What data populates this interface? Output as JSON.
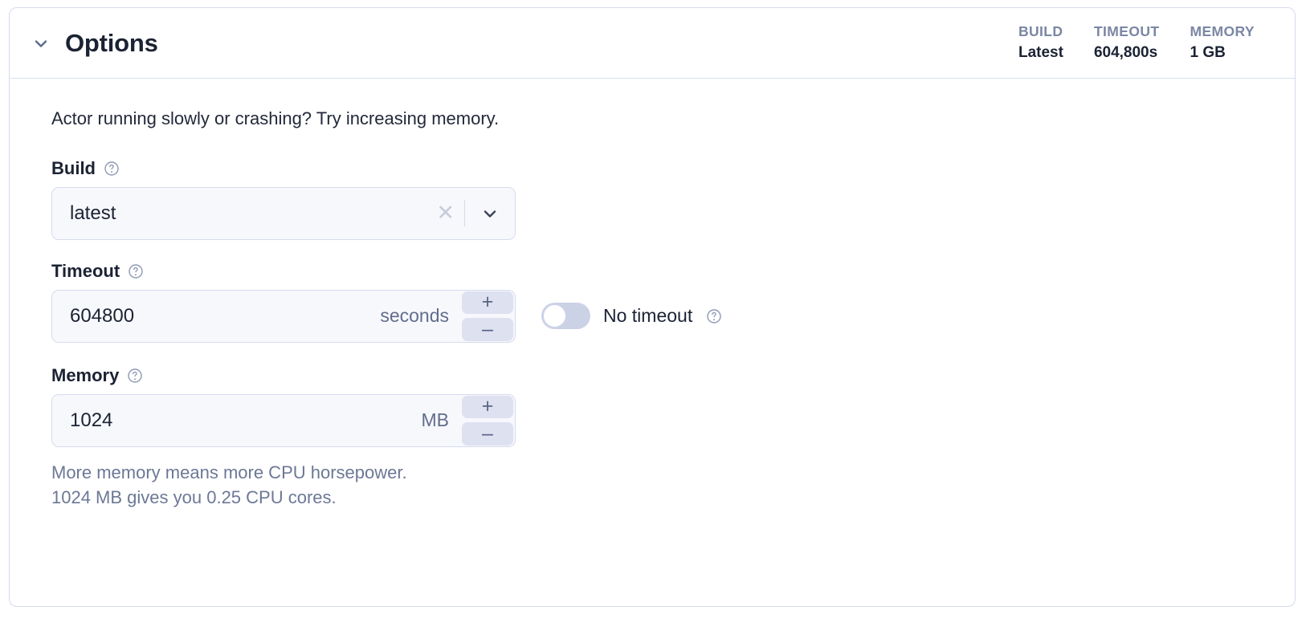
{
  "card": {
    "title": "Options",
    "collapse_icon": "chevron-down-icon",
    "stats": [
      {
        "label": "BUILD",
        "value": "Latest"
      },
      {
        "label": "TIMEOUT",
        "value": "604,800s"
      },
      {
        "label": "MEMORY",
        "value": "1 GB"
      }
    ]
  },
  "body": {
    "intro": "Actor running slowly or crashing? Try increasing memory.",
    "build": {
      "label": "Build",
      "help_icon": "help-circle-icon",
      "value": "latest",
      "clear_icon": "close-icon",
      "caret_icon": "chevron-down-icon"
    },
    "timeout": {
      "label": "Timeout",
      "help_icon": "help-circle-icon",
      "value": "604800",
      "unit": "seconds",
      "increment_glyph": "+",
      "decrement_glyph": "–",
      "no_timeout_label": "No timeout",
      "no_timeout_help_icon": "help-circle-icon",
      "no_timeout_enabled": false
    },
    "memory": {
      "label": "Memory",
      "help_icon": "help-circle-icon",
      "value": "1024",
      "unit": "MB",
      "increment_glyph": "+",
      "decrement_glyph": "–",
      "hint_line1": "More memory means more CPU horsepower.",
      "hint_line2": "1024 MB gives you 0.25 CPU cores."
    }
  },
  "colors": {
    "card_border": "#d6dbee",
    "input_bg": "#f7f8fc",
    "stepper_bg": "#dde1f0",
    "muted_text": "#6c7895",
    "title_text": "#1b2233"
  }
}
